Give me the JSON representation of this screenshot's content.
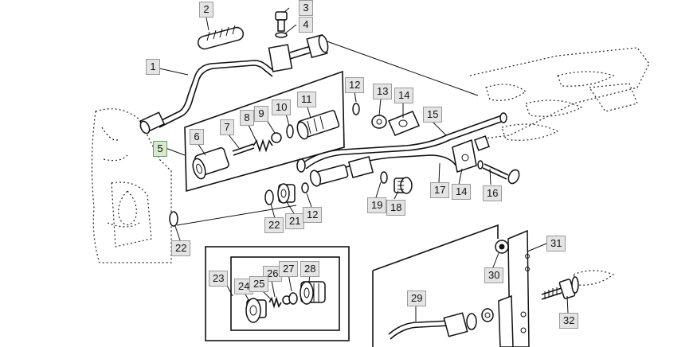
{
  "diagram": {
    "callouts": [
      {
        "id": "c2",
        "text": "2"
      },
      {
        "id": "c3",
        "text": "3"
      },
      {
        "id": "c4",
        "text": "4"
      },
      {
        "id": "c1",
        "text": "1"
      },
      {
        "id": "c12a",
        "text": "12"
      },
      {
        "id": "c13",
        "text": "13"
      },
      {
        "id": "c14a",
        "text": "14"
      },
      {
        "id": "c6",
        "text": "6"
      },
      {
        "id": "c7",
        "text": "7"
      },
      {
        "id": "c8",
        "text": "8"
      },
      {
        "id": "c9",
        "text": "9"
      },
      {
        "id": "c10",
        "text": "10"
      },
      {
        "id": "c11",
        "text": "11"
      },
      {
        "id": "c15",
        "text": "15"
      },
      {
        "id": "c5",
        "text": "5"
      },
      {
        "id": "c17",
        "text": "17"
      },
      {
        "id": "c14b",
        "text": "14"
      },
      {
        "id": "c16",
        "text": "16"
      },
      {
        "id": "c19",
        "text": "19"
      },
      {
        "id": "c18",
        "text": "18"
      },
      {
        "id": "c22a",
        "text": "22"
      },
      {
        "id": "c21",
        "text": "21"
      },
      {
        "id": "c12b",
        "text": "12"
      },
      {
        "id": "c22b",
        "text": "22"
      },
      {
        "id": "c31",
        "text": "31"
      },
      {
        "id": "c23",
        "text": "23"
      },
      {
        "id": "c26",
        "text": "26"
      },
      {
        "id": "c27",
        "text": "27"
      },
      {
        "id": "c28",
        "text": "28"
      },
      {
        "id": "c24",
        "text": "24"
      },
      {
        "id": "c25",
        "text": "25"
      },
      {
        "id": "c30",
        "text": "30"
      },
      {
        "id": "c29",
        "text": "29"
      },
      {
        "id": "c32",
        "text": "32"
      }
    ],
    "highlight_color": "#d7ead0"
  }
}
